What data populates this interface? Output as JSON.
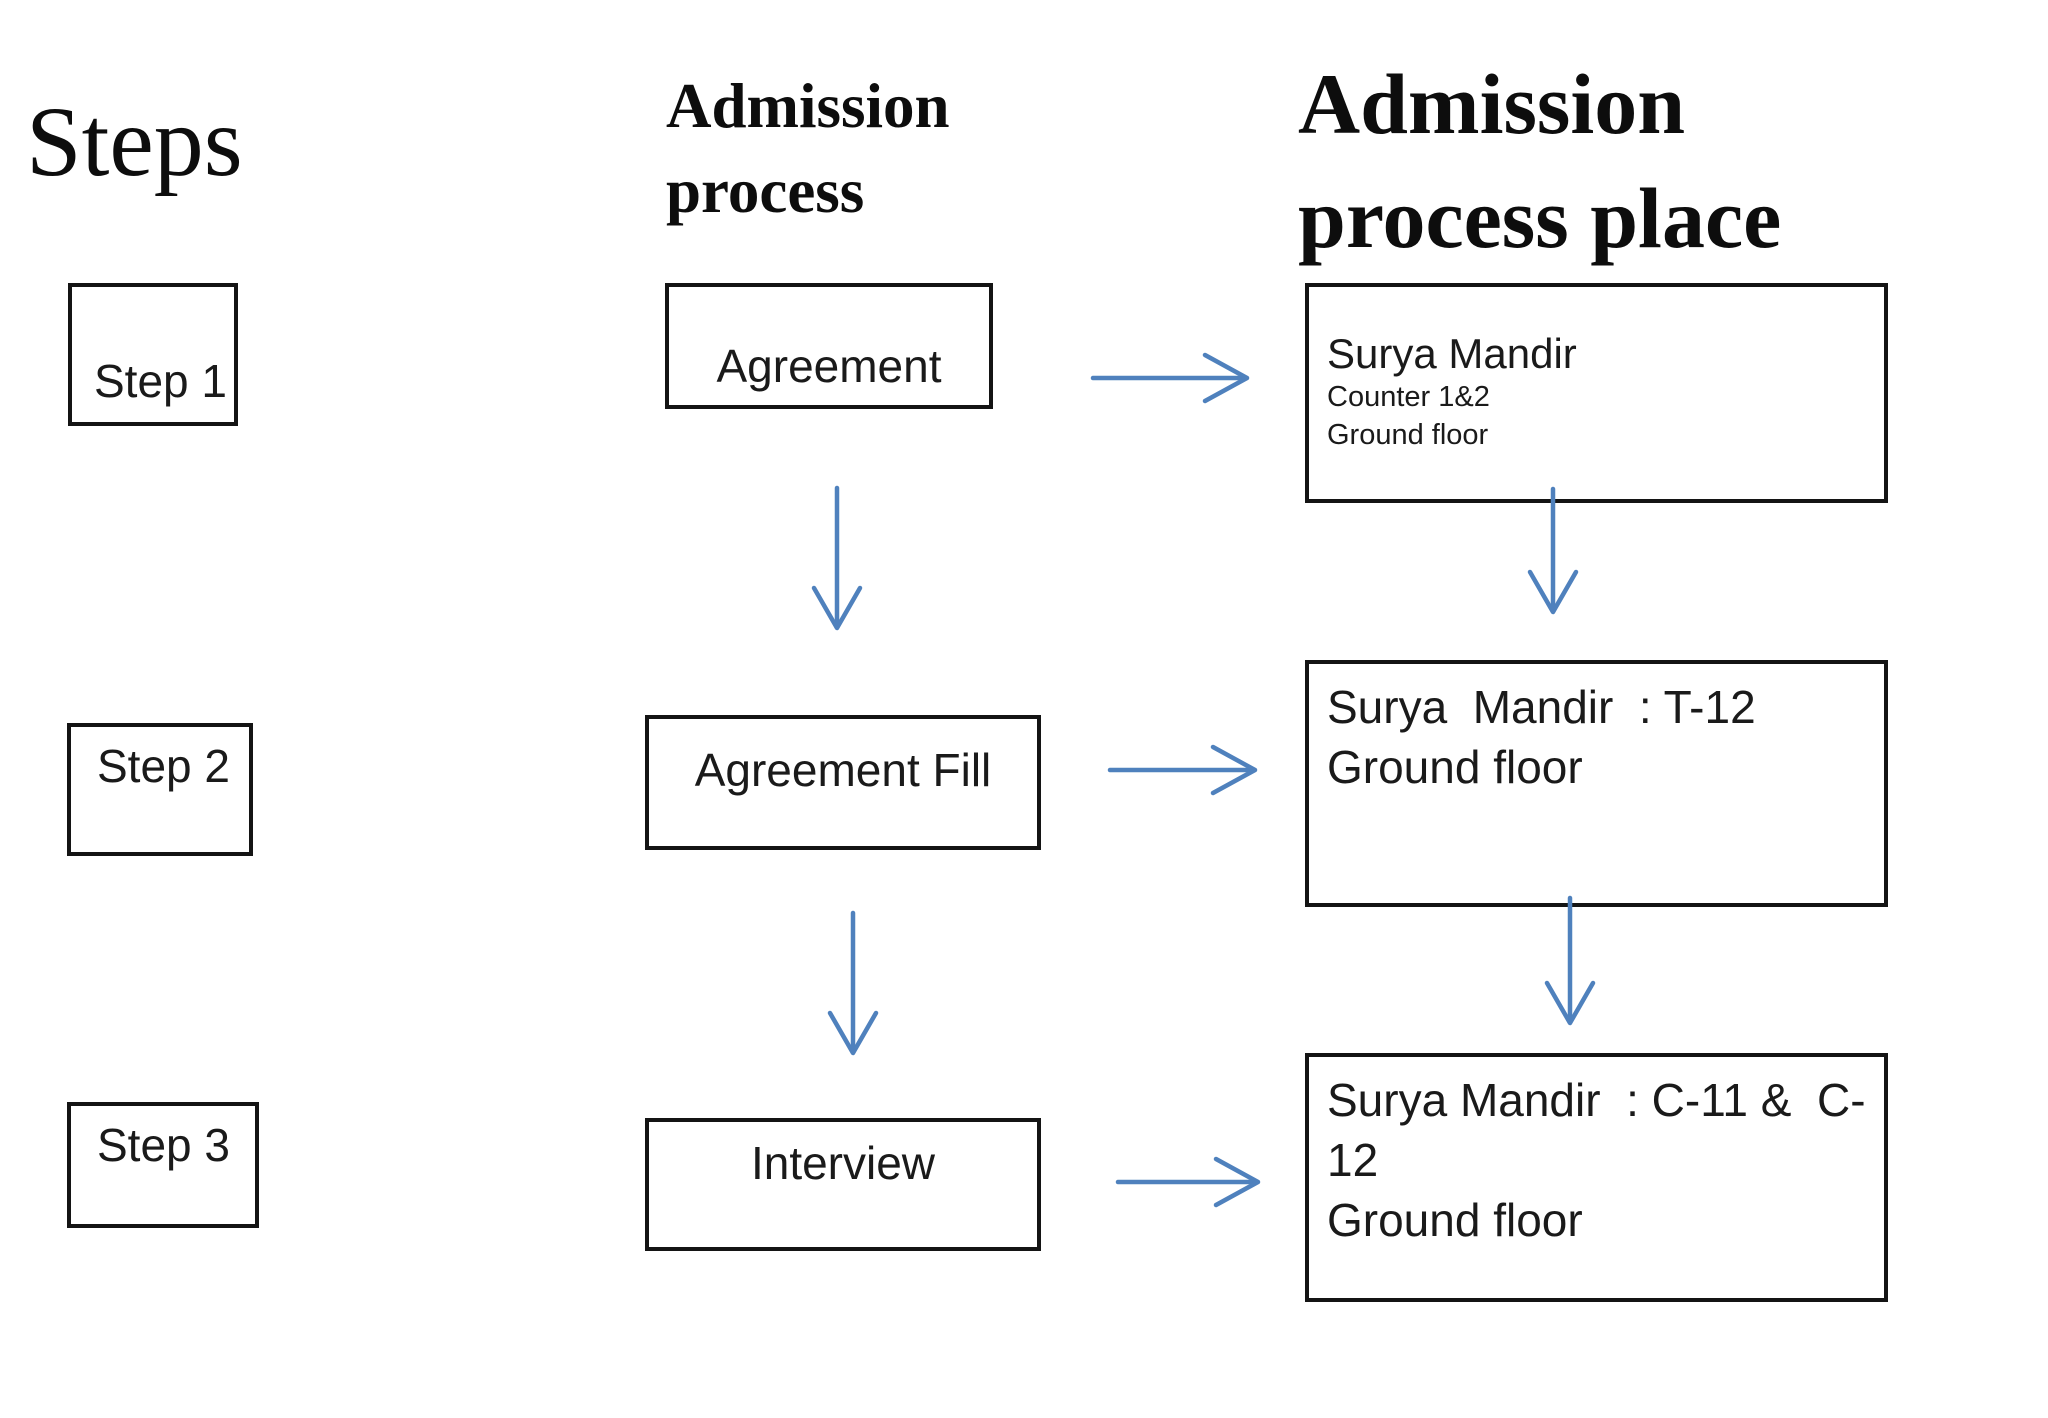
{
  "titles": {
    "left": "Steps",
    "middle": "Admission\nprocess",
    "right": "Admission\nprocess place"
  },
  "steps": [
    {
      "label": "Step 1"
    },
    {
      "label": "Step 2"
    },
    {
      "label": "Step 3"
    }
  ],
  "process": [
    {
      "label": "Agreement"
    },
    {
      "label": "Agreement Fill"
    },
    {
      "label": "Interview"
    }
  ],
  "places": [
    {
      "title": "Surya Mandir",
      "lines": [
        "Counter 1&2",
        "Ground floor"
      ]
    },
    {
      "lines": [
        "Surya  Mandir  : T-12",
        "Ground floor"
      ]
    },
    {
      "lines": [
        "Surya Mandir  : C-11 &  C-",
        "12",
        "Ground floor"
      ]
    }
  ],
  "colors": {
    "arrow": "#4f81bd",
    "box_border": "#141414",
    "text": "#1a1a1a",
    "background": "#ffffff"
  }
}
